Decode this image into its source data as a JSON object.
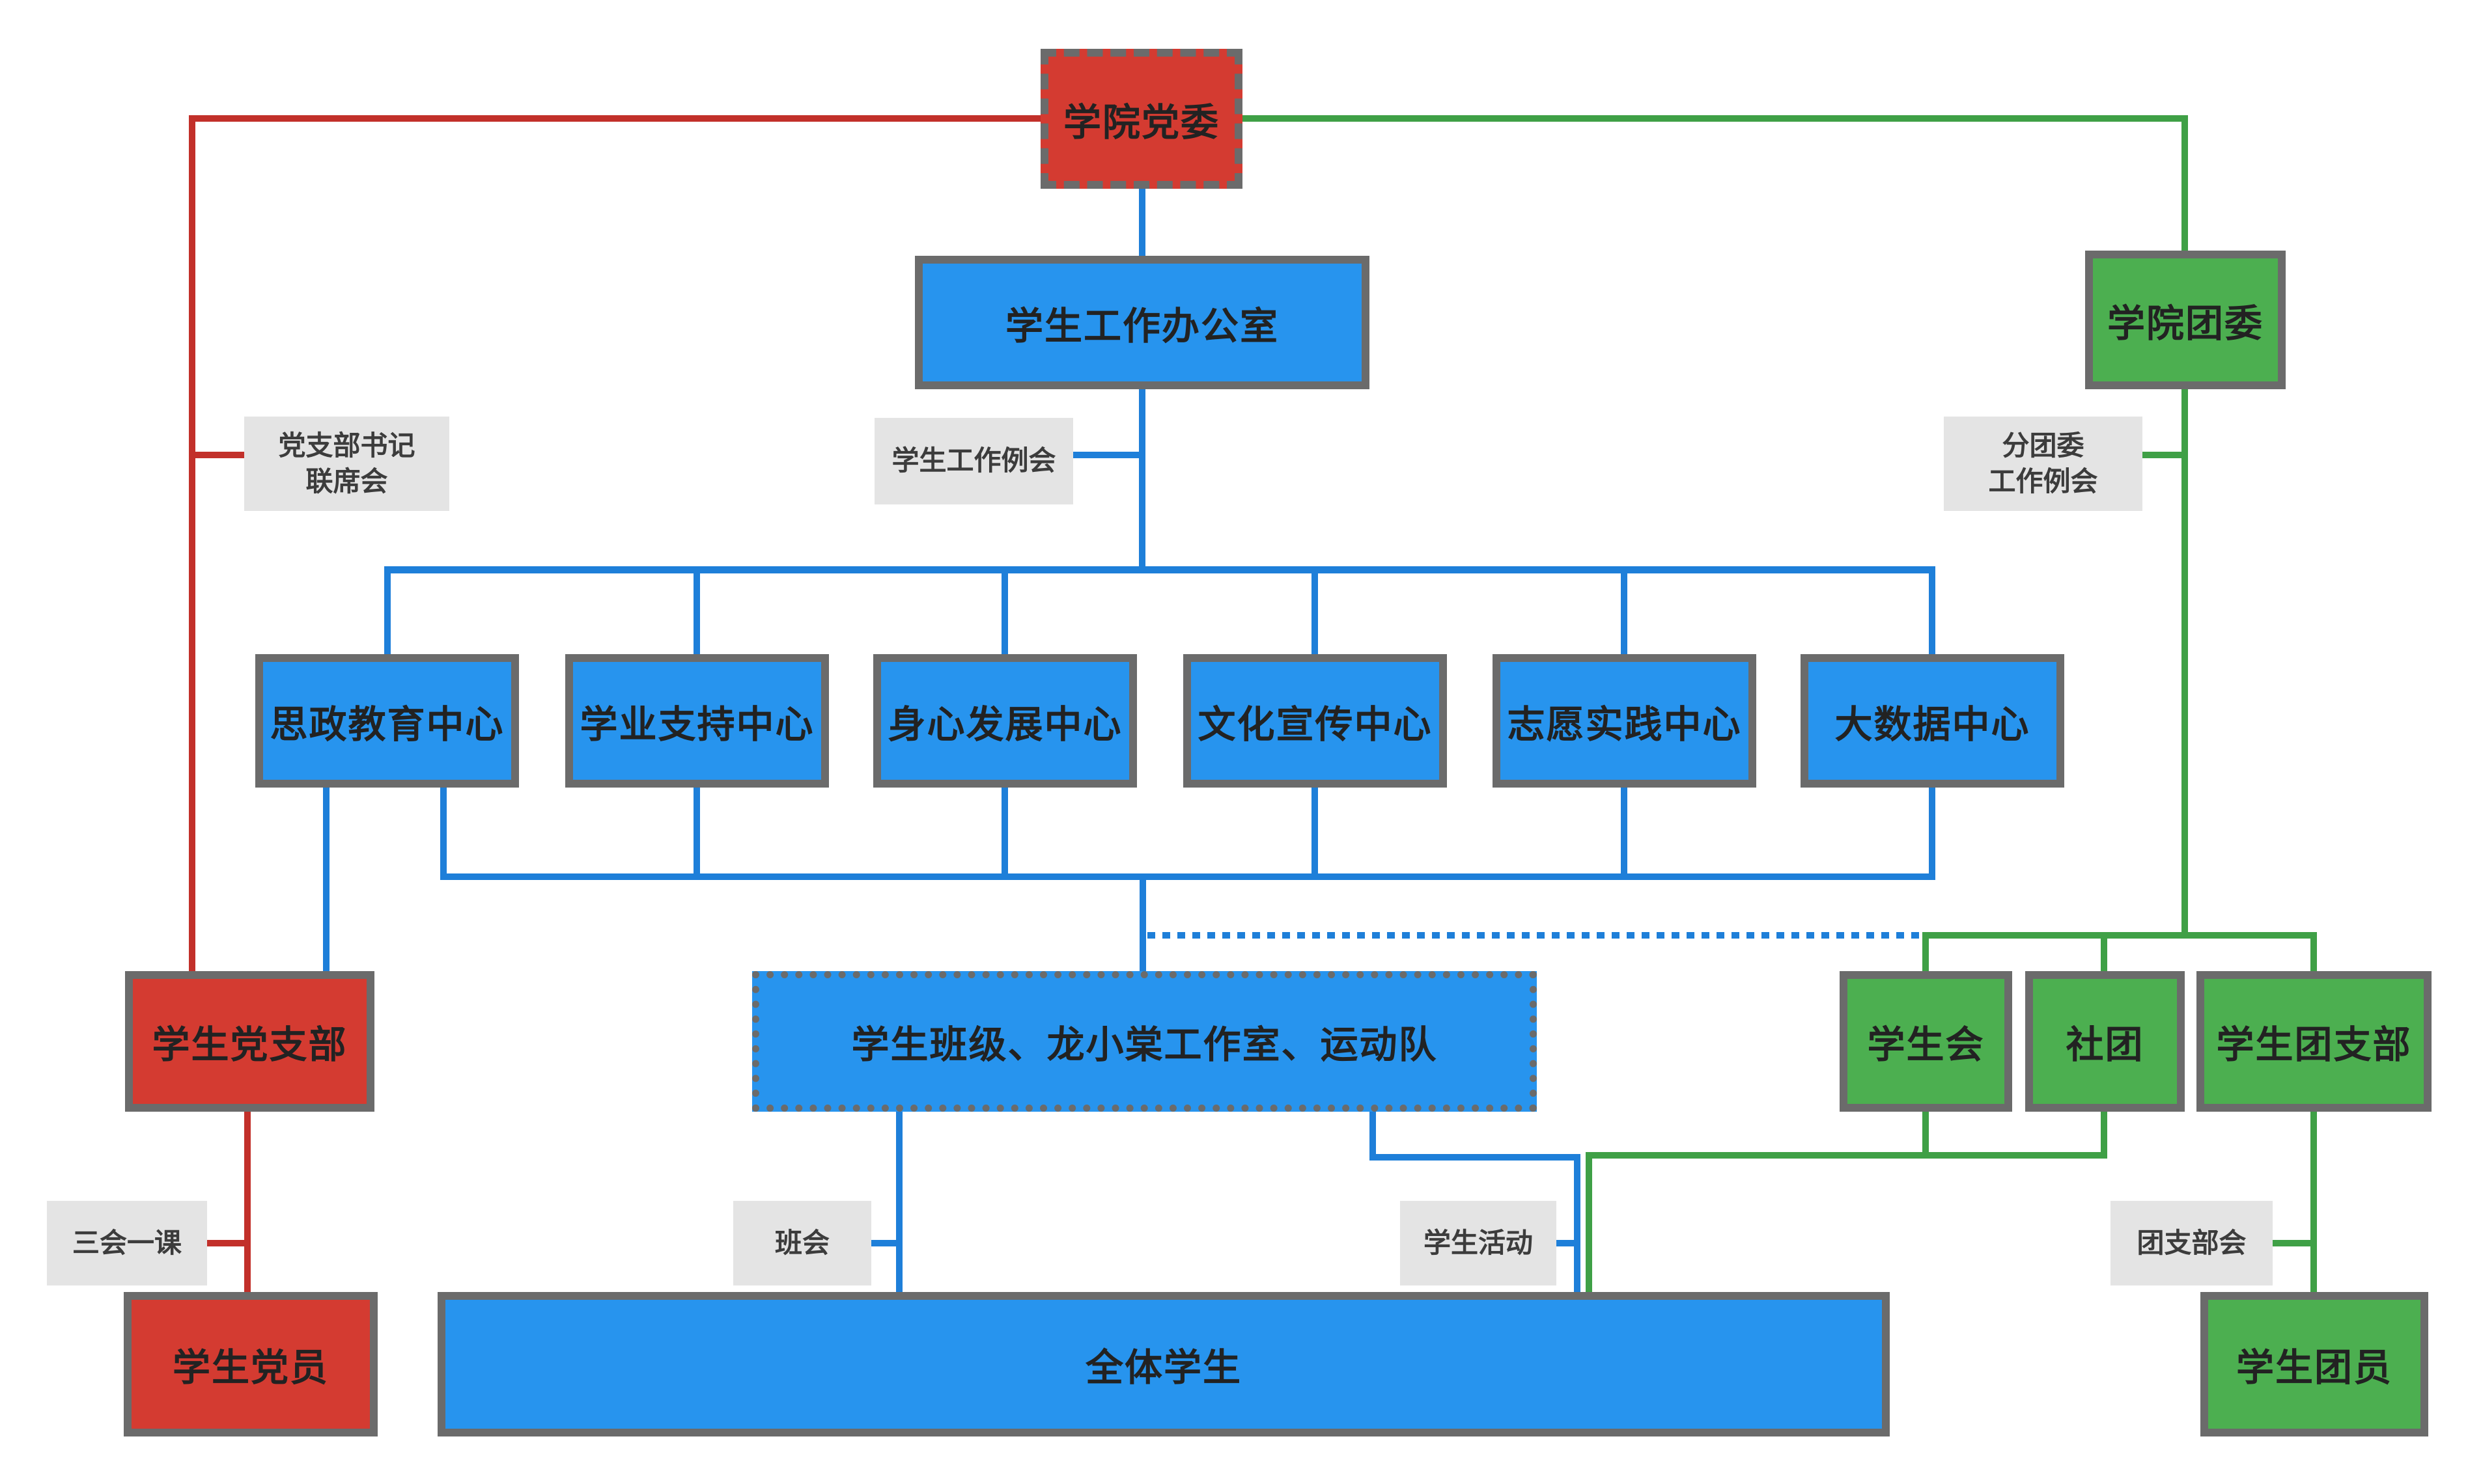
{
  "boxes": {
    "party_committee": "学院党委",
    "student_work_office": "学生工作办公室",
    "league_committee": "学院团委",
    "center_1": "思政教育中心",
    "center_2": "学业支持中心",
    "center_3": "身心发展中心",
    "center_4": "文化宣传中心",
    "center_5": "志愿实践中心",
    "center_6": "大数据中心",
    "student_party_branch": "学生党支部",
    "student_units": "学生班级、龙小棠工作室、运动队",
    "student_union": "学生会",
    "clubs": "社团",
    "student_league_branch": "学生团支部",
    "student_party_members": "学生党员",
    "all_students": "全体学生",
    "student_league_members": "学生团员"
  },
  "labels": {
    "party_branch_secretary_joint_meeting": "党支部书记\n联席会",
    "student_work_regular_meeting": "学生工作例会",
    "league_branch_work_regular_meeting": "分团委\n工作例会",
    "three_meetings_one_lesson": "三会一课",
    "class_meeting": "班会",
    "student_activities": "学生活动",
    "league_branch_meeting": "团支部会"
  },
  "colors": {
    "party_red_fill": "#D43B31",
    "red_line": "#C2302A",
    "blue_fill": "#2794EE",
    "blue_line": "#1E7FD9",
    "green_fill": "#4CAF50",
    "green_line": "#3FA046",
    "box_border_gray": "#6B6B6B",
    "label_bg": "#E4E4E4",
    "label_text": "#3C3C3C"
  }
}
